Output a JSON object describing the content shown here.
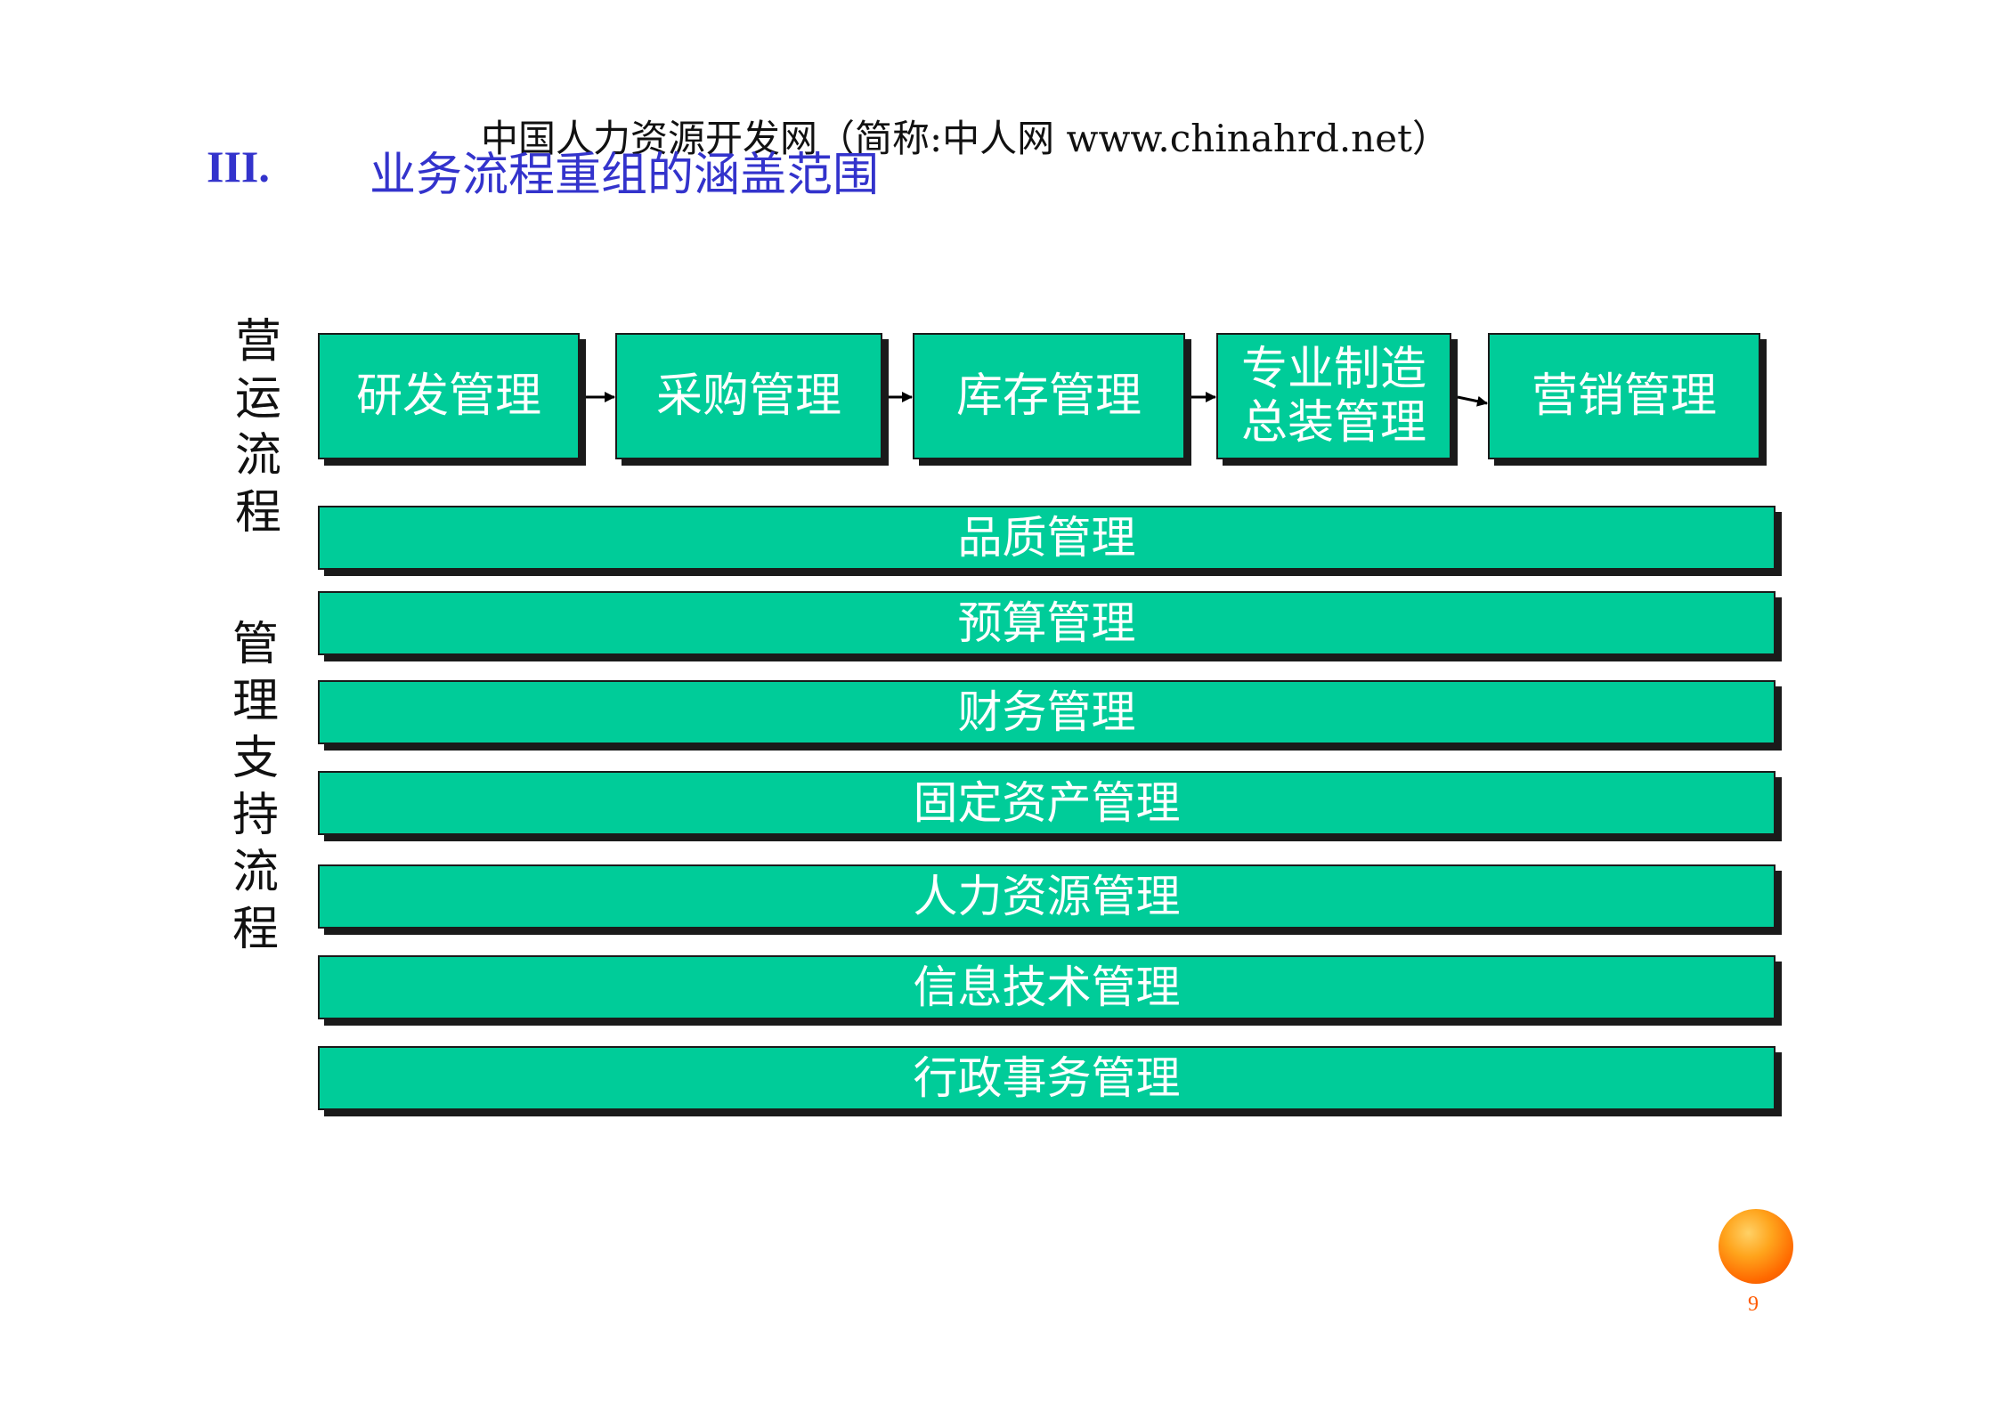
{
  "watermark": "中国人力资源开发网（简称:中人网 www.chinahrd.net）",
  "section": {
    "number": "III.",
    "title": "业务流程重组的涵盖范围"
  },
  "labels": {
    "operations": [
      "营",
      "运",
      "流",
      "程"
    ],
    "support": [
      "管",
      "理",
      "支",
      "持",
      "流",
      "程"
    ]
  },
  "operation_processes": [
    {
      "lines": [
        "研发管理"
      ]
    },
    {
      "lines": [
        "采购管理"
      ]
    },
    {
      "lines": [
        "库存管理"
      ]
    },
    {
      "lines": [
        "专业制造",
        "总装管理"
      ]
    },
    {
      "lines": [
        "营销管理"
      ]
    }
  ],
  "support_processes": [
    "品质管理",
    "预算管理",
    "财务管理",
    "固定资产管理",
    "人力资源管理",
    "信息技术管理",
    "行政事务管理"
  ],
  "colors": {
    "box_fill": "#00cc99",
    "box_text": "#ffffff",
    "title": "#3333cc",
    "page_number": "#ff5a00"
  },
  "page_number": "9"
}
